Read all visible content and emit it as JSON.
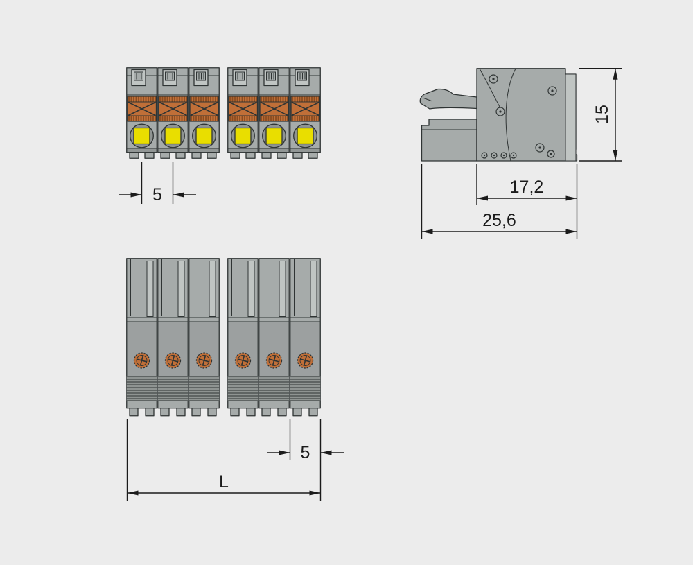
{
  "dimensions": {
    "front_pitch_label": "5",
    "housing_depth_label": "17,2",
    "total_depth_label": "25,6",
    "height_label": "15",
    "bottom_pitch_label": "5",
    "length_label": "L"
  },
  "colors": {
    "background": "#ececec",
    "housing_gray": "#a6abaa",
    "housing_gray_light": "#c0c5c3",
    "housing_gray_dark": "#8f9492",
    "outline": "#2f3434",
    "clamp_orange": "#c06f38",
    "clamp_orange_dark": "#8a4c20",
    "button_yellow": "#e9de00",
    "dimension_ink": "#1b1b1b"
  }
}
